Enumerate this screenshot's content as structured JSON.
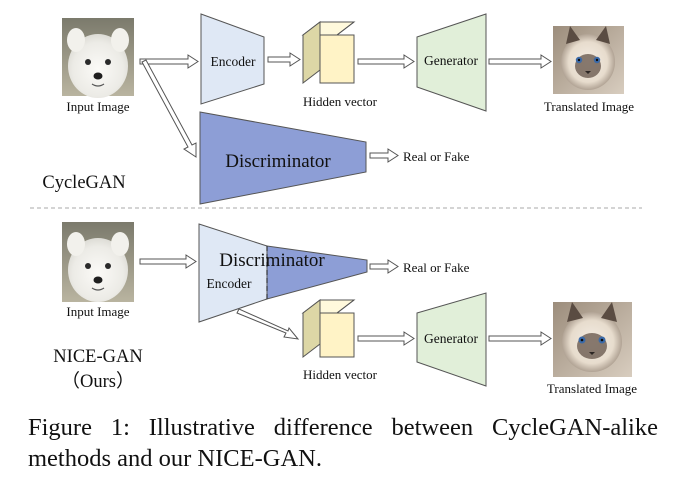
{
  "top": {
    "method_label": "CycleGAN",
    "input_label": "Input Image",
    "encoder_label": "Encoder",
    "hidden_label": "Hidden vector",
    "generator_label": "Generator",
    "output_label": "Translated Image",
    "discriminator_label": "Discriminator",
    "real_fake_label": "Real or Fake"
  },
  "bottom": {
    "method_label": "NICE-GAN",
    "method_sub": "（Ours）",
    "input_label": "Input Image",
    "encoder_label": "Encoder",
    "discriminator_label": "Discriminator",
    "real_fake_label": "Real or Fake",
    "hidden_label": "Hidden vector",
    "generator_label": "Generator",
    "output_label": "Translated Image"
  },
  "caption": {
    "text": "Figure 1: Illustrative difference between CycleGAN-alike methods and our NICE-GAN."
  },
  "colors": {
    "encoder_fill": "#dfe8f5",
    "discriminator_fill": "#8d9ed6",
    "generator_fill": "#e1efd9",
    "hidden_front": "#fff3c6",
    "hidden_side": "#ddd7a6",
    "outline": "#555555"
  }
}
